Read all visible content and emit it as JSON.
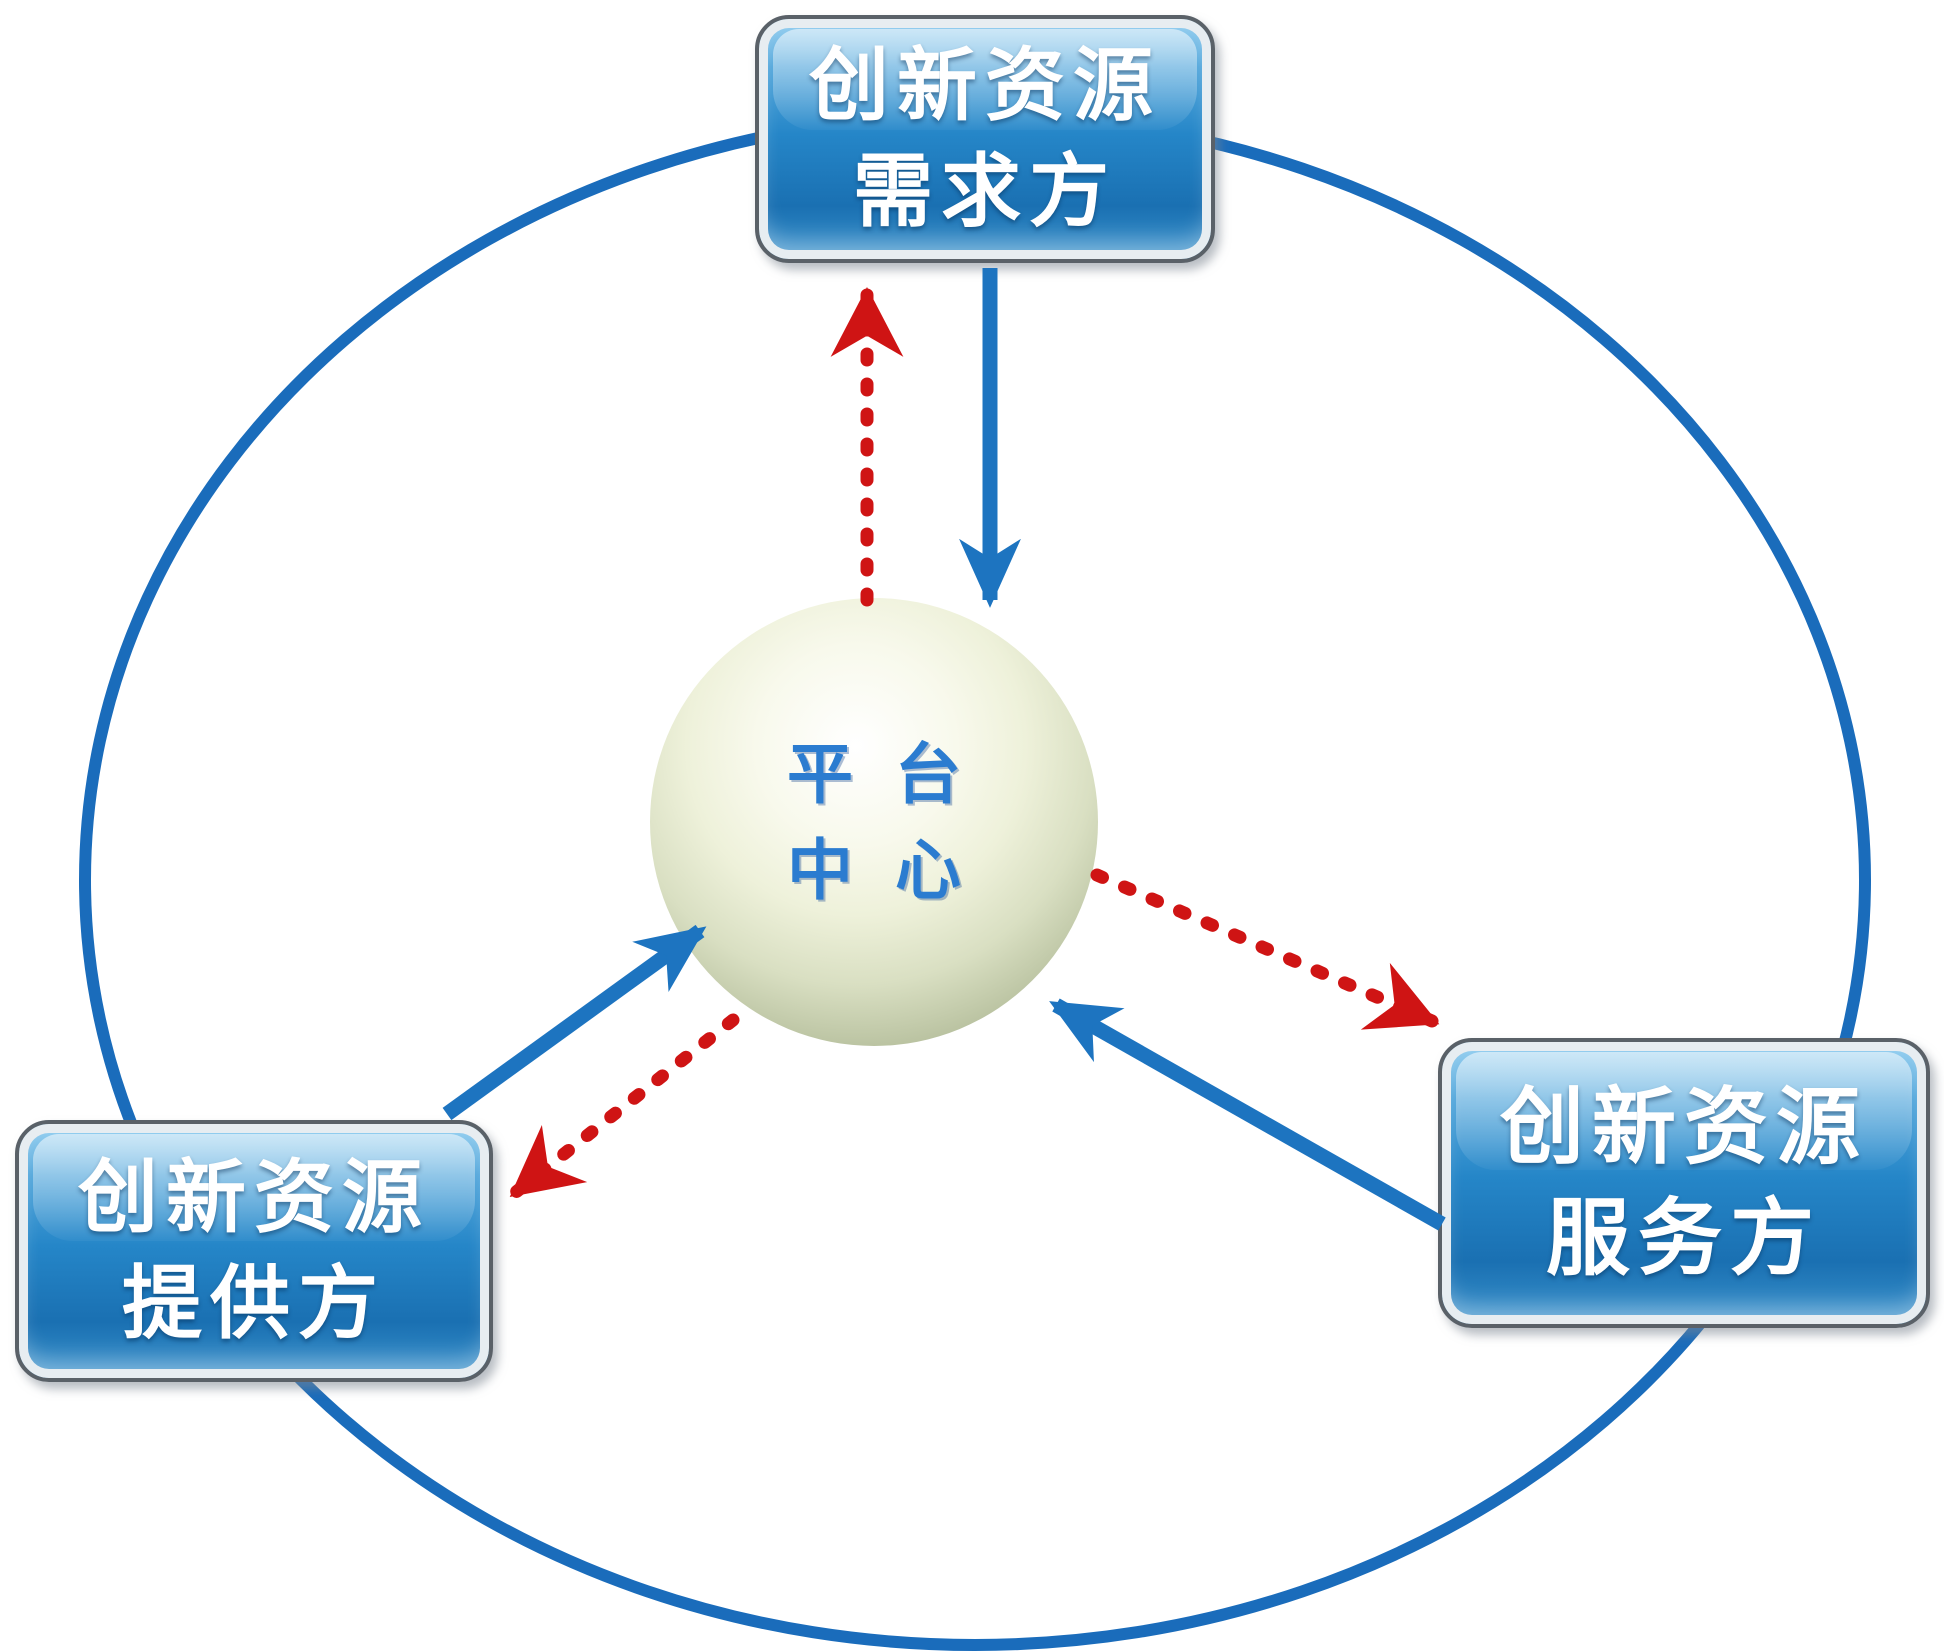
{
  "center": {
    "line1": "平台",
    "line2": "中心"
  },
  "nodes": {
    "demand": {
      "line1": "创新资源",
      "line2": "需求方"
    },
    "provider": {
      "line1": "创新资源",
      "line2": "提供方"
    },
    "service": {
      "line1": "创新资源",
      "line2": "服务方"
    }
  },
  "colors": {
    "box_blue": "#1e7cc0",
    "circle_blue": "#1a6cbb",
    "arrow_blue": "#1d74c0",
    "arrow_red": "#cf1414",
    "sphere_text": "#2b7cd0"
  }
}
